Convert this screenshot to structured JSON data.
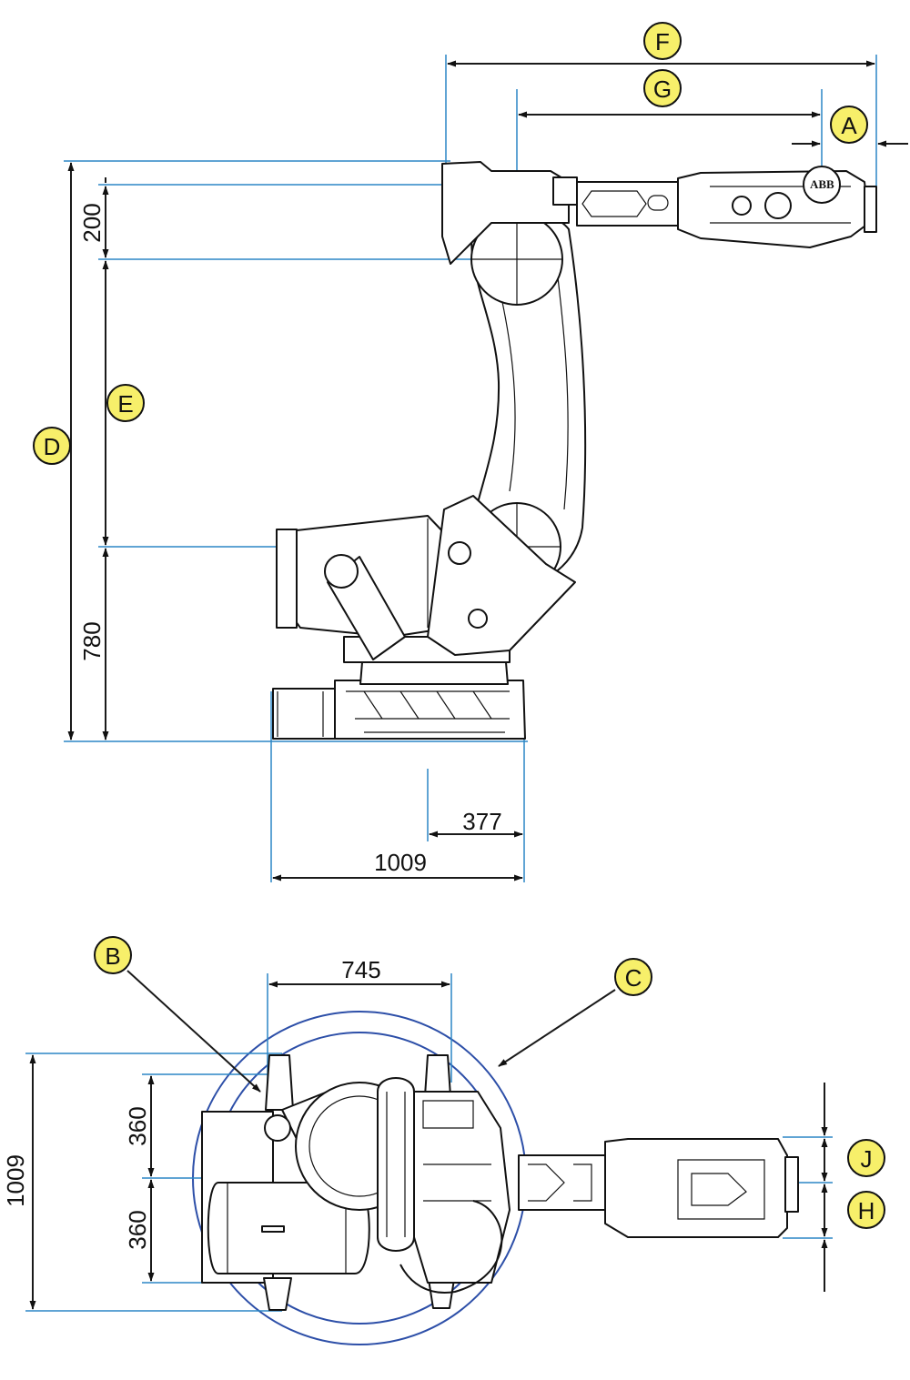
{
  "side_view": {
    "dimensions": {
      "vertical_200": "200",
      "vertical_780": "780",
      "horizontal_377": "377",
      "horizontal_1009": "1009"
    },
    "markers": {
      "A": "A",
      "D": "D",
      "E": "E",
      "F": "F",
      "G": "G"
    },
    "logo": "ABB"
  },
  "top_view": {
    "dimensions": {
      "horizontal_745": "745",
      "vertical_1009": "1009",
      "vertical_360_upper": "360",
      "vertical_360_lower": "360"
    },
    "markers": {
      "B": "B",
      "C": "C",
      "H": "H",
      "J": "J"
    }
  },
  "colors": {
    "extension_lines": "#2b86c5",
    "reach_circles": "#2d4fa8",
    "marker_fill": "#f7ef6a"
  }
}
